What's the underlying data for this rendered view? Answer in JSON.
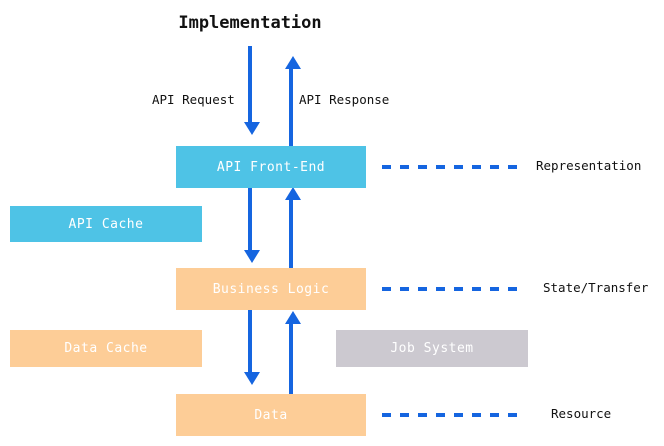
{
  "diagram": {
    "title": "Implementation",
    "type": "layered-architecture-flow",
    "nodes": [
      {
        "id": "api-front-end",
        "label": "API Front-End",
        "color": "#4ec3e6",
        "text_color": "#ffffff"
      },
      {
        "id": "api-cache",
        "label": "API Cache",
        "color": "#4ec3e6",
        "text_color": "#ffffff"
      },
      {
        "id": "business-logic",
        "label": "Business Logic",
        "color": "#fdcd97",
        "text_color": "#ffffff"
      },
      {
        "id": "data-cache",
        "label": "Data Cache",
        "color": "#fdcd97",
        "text_color": "#ffffff"
      },
      {
        "id": "job-system",
        "label": "Job System",
        "color": "#ccc9d0",
        "text_color": "#ffffff"
      },
      {
        "id": "data",
        "label": "Data",
        "color": "#fdcd97",
        "text_color": "#ffffff"
      }
    ],
    "flow_labels": [
      {
        "id": "api-request",
        "label": "API Request",
        "direction": "down"
      },
      {
        "id": "api-response",
        "label": "API Response",
        "direction": "up"
      }
    ],
    "side_labels": [
      {
        "id": "representation",
        "label": "Representation",
        "connects_to": "api-front-end"
      },
      {
        "id": "state-transfer",
        "label": "State/Transfer",
        "connects_to": "business-logic"
      },
      {
        "id": "resource",
        "label": "Resource",
        "connects_to": "data"
      }
    ],
    "colors": {
      "arrow": "#1565e0",
      "dashed": "#1565e0",
      "cyan": "#4ec3e6",
      "orange": "#fdcd97",
      "gray": "#ccc9d0",
      "text": "#111111",
      "background": "#ffffff"
    }
  }
}
